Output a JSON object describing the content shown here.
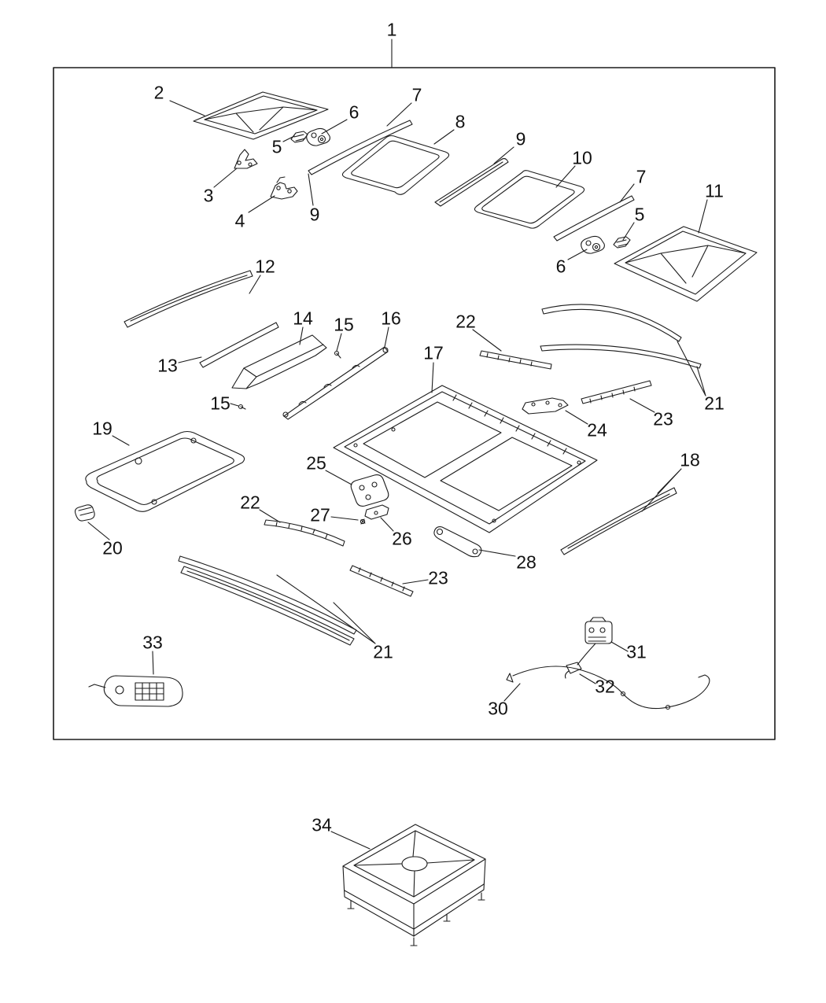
{
  "colors": {
    "line": "#1c1c1c",
    "background": "#ffffff",
    "text": "#121212"
  },
  "callouts": {
    "c1": "1",
    "c2": "2",
    "c3": "3",
    "c4": "4",
    "c5a": "5",
    "c5b": "5",
    "c6a": "6",
    "c6b": "6",
    "c7a": "7",
    "c7b": "7",
    "c8": "8",
    "c9a": "9",
    "c9b": "9",
    "c10": "10",
    "c11": "11",
    "c12": "12",
    "c13": "13",
    "c14": "14",
    "c15a": "15",
    "c15b": "15",
    "c16": "16",
    "c17": "17",
    "c18": "18",
    "c19": "19",
    "c20": "20",
    "c21a": "21",
    "c21b": "21",
    "c22a": "22",
    "c22b": "22",
    "c23a": "23",
    "c23b": "23",
    "c24": "24",
    "c25": "25",
    "c26": "26",
    "c27": "27",
    "c28": "28",
    "c30": "30",
    "c31": "31",
    "c32": "32",
    "c33": "33",
    "c34": "34"
  }
}
